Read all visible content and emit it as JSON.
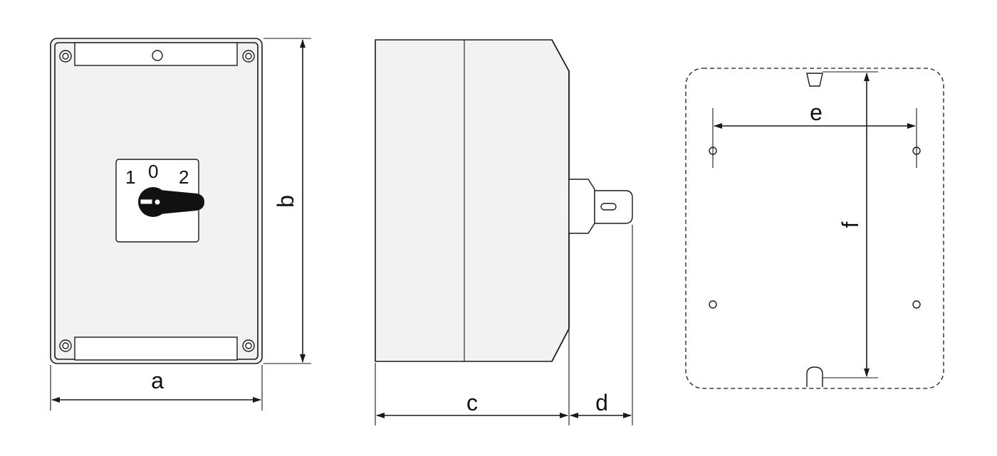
{
  "dimensions": {
    "a": "a",
    "b": "b",
    "c": "c",
    "d": "d",
    "e": "e",
    "f": "f"
  },
  "switch_positions": {
    "left": "1",
    "center": "0",
    "right": "2"
  }
}
